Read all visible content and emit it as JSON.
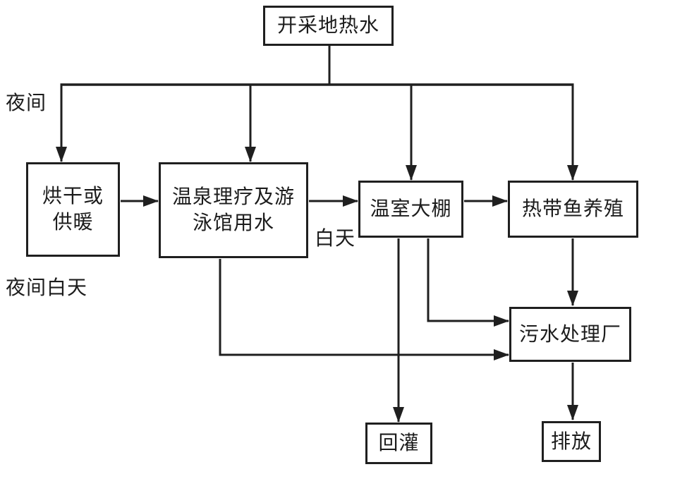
{
  "diagram": {
    "type": "flowchart",
    "description": "Cascade utilization of extracted geothermal water",
    "nodes": {
      "geothermal": {
        "label": "开采地热水"
      },
      "drying": {
        "label": "烘干或\n供暖"
      },
      "spa": {
        "label": "温泉理疗及游\n泳馆用水"
      },
      "greenhouse": {
        "label": "温室大棚"
      },
      "fish": {
        "label": "热带鱼养殖"
      },
      "sewage": {
        "label": "污水处理厂"
      },
      "recharge": {
        "label": "回灌"
      },
      "discharge": {
        "label": "排放"
      }
    },
    "labels": {
      "night": "夜间",
      "night_day": "夜间白天",
      "day": "白天"
    },
    "edges": [
      {
        "from": "geothermal",
        "to": "drying"
      },
      {
        "from": "geothermal",
        "to": "spa"
      },
      {
        "from": "geothermal",
        "to": "greenhouse"
      },
      {
        "from": "geothermal",
        "to": "fish"
      },
      {
        "from": "drying",
        "to": "spa"
      },
      {
        "from": "spa",
        "to": "greenhouse"
      },
      {
        "from": "greenhouse",
        "to": "fish"
      },
      {
        "from": "spa",
        "to": "sewage"
      },
      {
        "from": "greenhouse",
        "to": "sewage"
      },
      {
        "from": "greenhouse",
        "to": "recharge"
      },
      {
        "from": "fish",
        "to": "sewage"
      },
      {
        "from": "sewage",
        "to": "discharge"
      }
    ],
    "colors": {
      "line": "#1f1f1f",
      "background": "#ffffff"
    }
  }
}
